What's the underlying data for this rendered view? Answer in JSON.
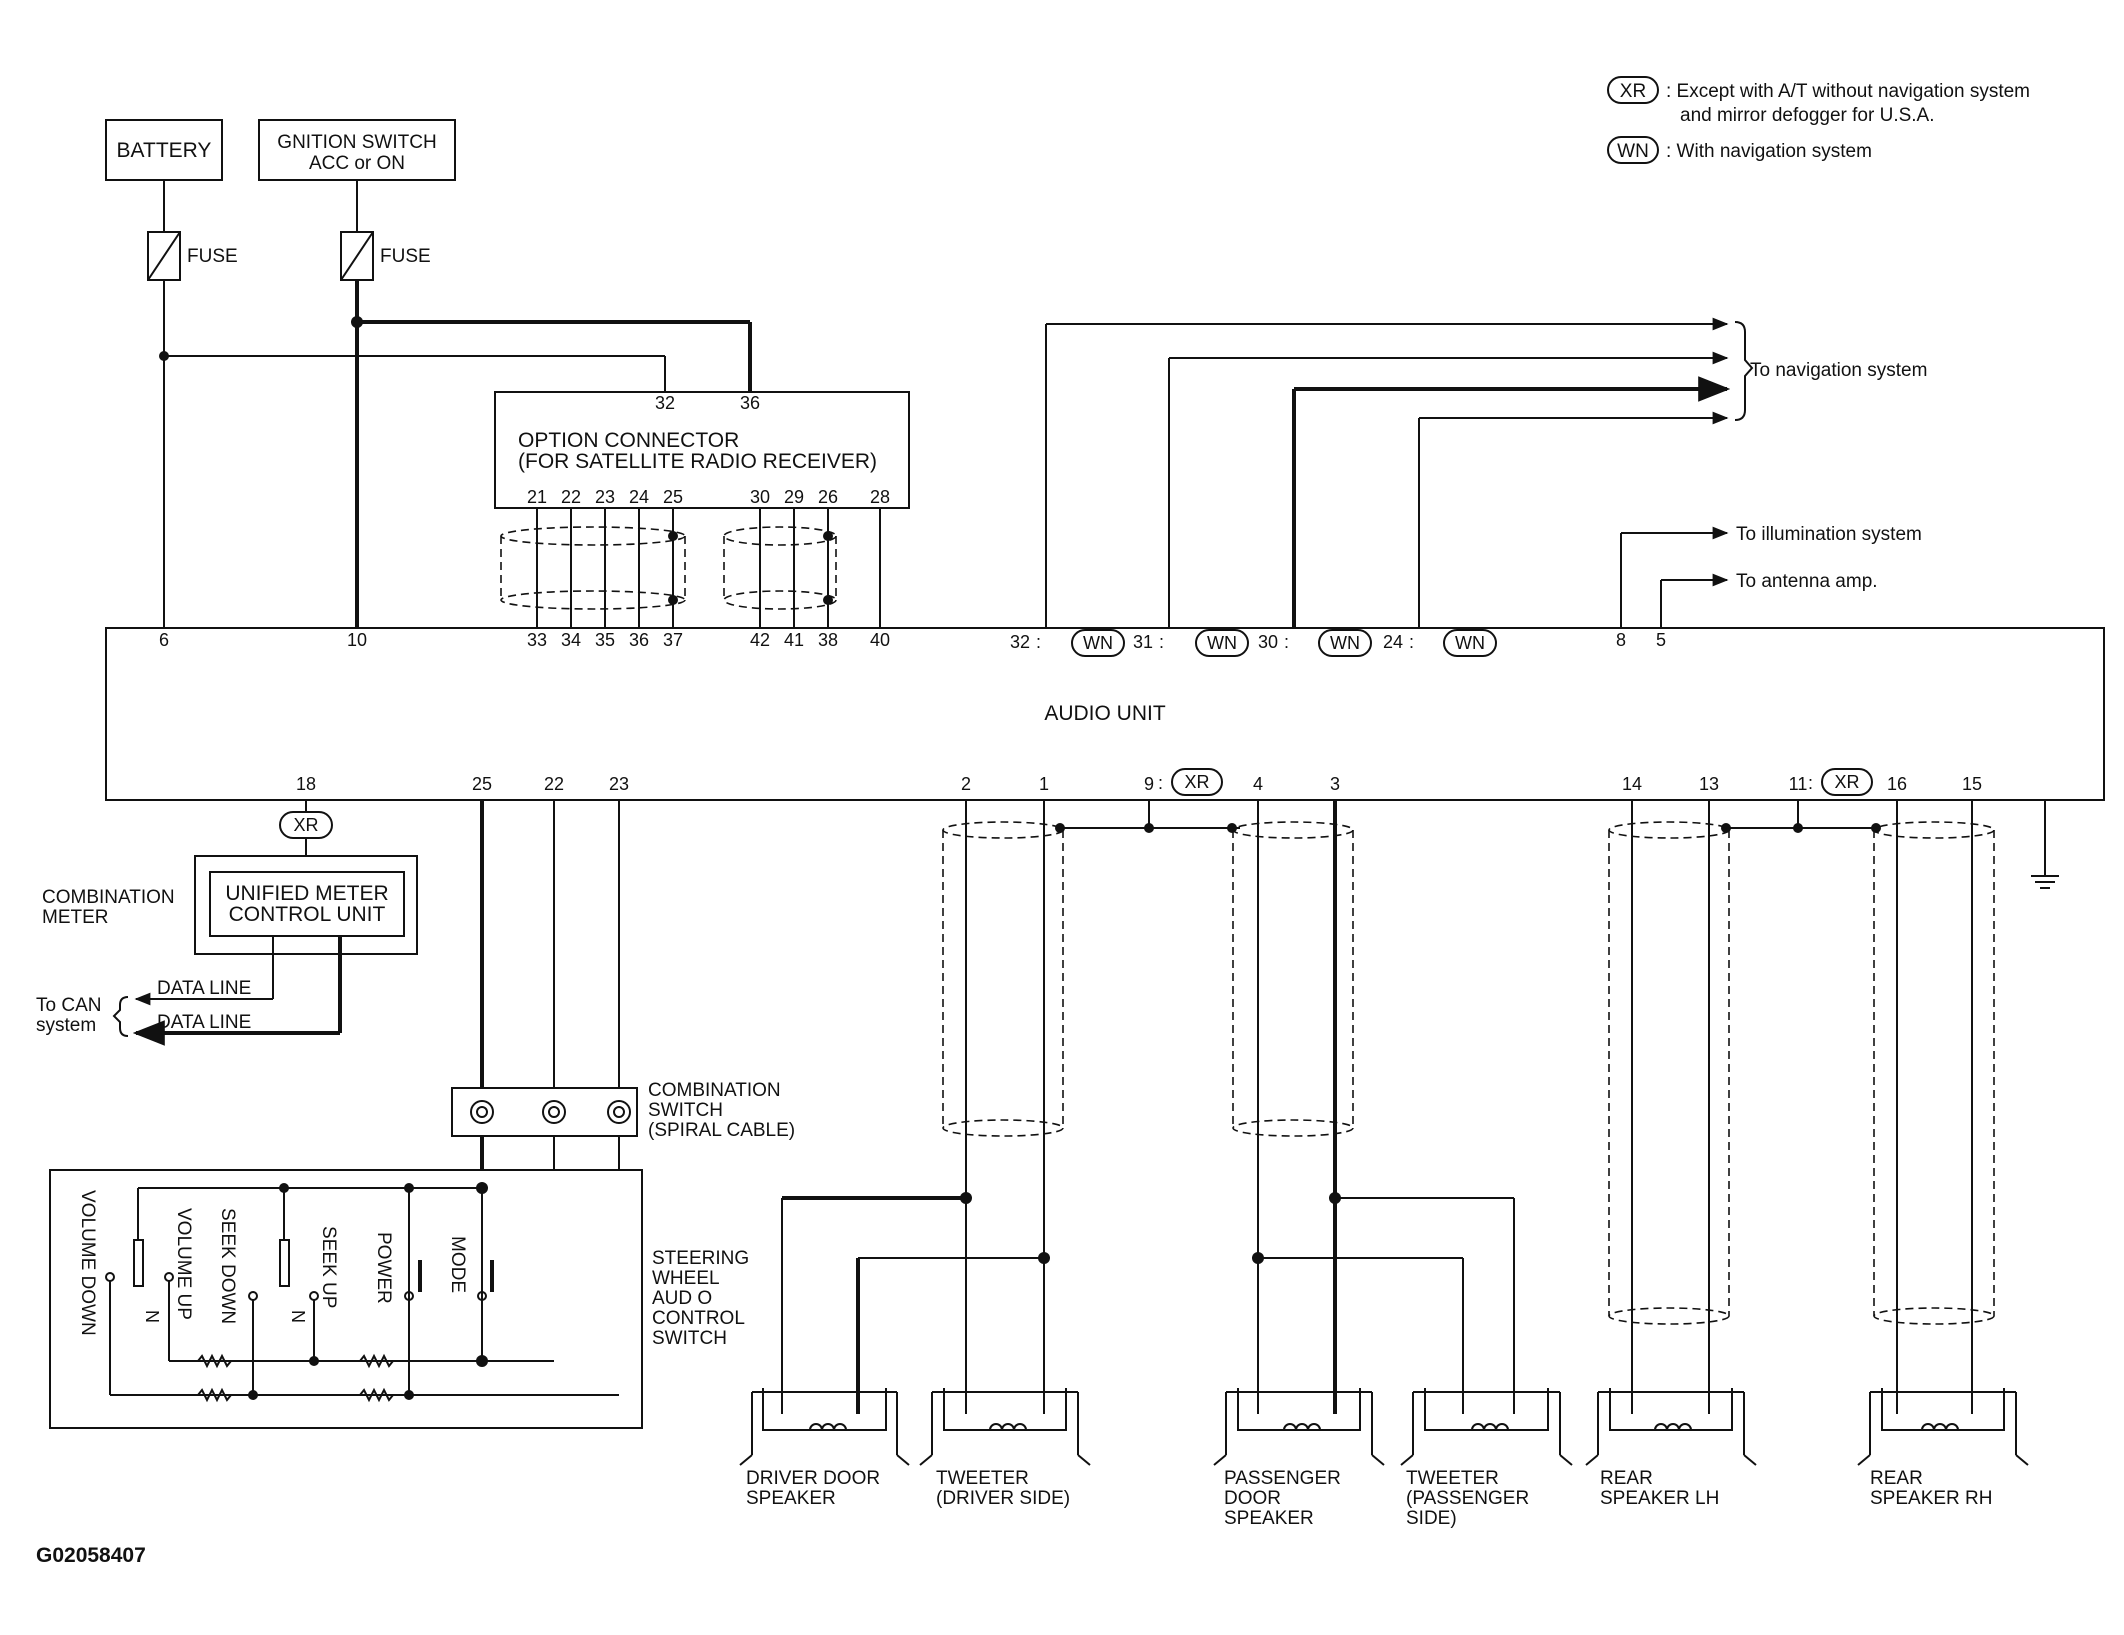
{
  "legend": {
    "xr_code": "XR",
    "xr_text_1": ": Except with A/T without navigation system",
    "xr_text_2": "and mirror defogger for U.S.A.",
    "wn_code": "WN",
    "wn_text": ": With navigation system"
  },
  "power": {
    "battery": "BATTERY",
    "ignition_1": "GNITION SWITCH",
    "ignition_2": "ACC or ON",
    "fuse": "FUSE"
  },
  "option_connector": {
    "title_1": "OPTION CONNECTOR",
    "title_2": "(FOR SATELLITE RADIO RECEIVER)",
    "top_pins": [
      "32",
      "36"
    ],
    "group1_pins": [
      "21",
      "22",
      "23",
      "24",
      "25"
    ],
    "group2_pins": [
      "30",
      "29",
      "26"
    ],
    "pin_28": "28"
  },
  "audio_unit": {
    "label": "AUDIO UNIT",
    "top_pins_left": [
      "6",
      "10",
      "33",
      "34",
      "35",
      "36",
      "37",
      "42",
      "41",
      "38",
      "40"
    ],
    "nav_pins": [
      "32",
      "31",
      "30",
      "24"
    ],
    "pins_8_5": [
      "8",
      "5"
    ],
    "bottom_pins": [
      "18",
      "25",
      "22",
      "23",
      "2",
      "1",
      "9",
      "4",
      "3",
      "14",
      "13",
      "11",
      "16",
      "15"
    ]
  },
  "destinations": {
    "navigation": "To navigation system",
    "illumination": "To illumination system",
    "antenna": "To antenna amp."
  },
  "combination_meter": {
    "label_1": "COMBINATION",
    "label_2": "METER",
    "unit_1": "UNIFIED METER",
    "unit_2": "CONTROL UNIT",
    "data_line": "DATA LINE",
    "can_1": "To CAN",
    "can_2": "system"
  },
  "combination_switch": {
    "label_1": "COMBINATION",
    "label_2": "SWITCH",
    "label_3": "(SPIRAL CABLE)"
  },
  "steering_switch": {
    "label": [
      "STEERING",
      "WHEEL",
      "AUD O",
      "CONTROL",
      "SWITCH"
    ],
    "buttons": [
      "VOLUME DOWN",
      "VOLUME UP",
      "SEEK DOWN",
      "SEEK UP",
      "POWER",
      "MODE"
    ],
    "n_marks": [
      "N",
      "N"
    ]
  },
  "speakers": {
    "driver_door": [
      "DRIVER DOOR",
      "SPEAKER"
    ],
    "tweeter_driver": [
      "TWEETER",
      "(DRIVER SIDE)"
    ],
    "passenger_door": [
      "PASSENGER",
      "DOOR",
      "SPEAKER"
    ],
    "tweeter_passenger": [
      "TWEETER",
      "(PASSENGER",
      "SIDE)"
    ],
    "rear_lh": [
      "REAR",
      "SPEAKER LH"
    ],
    "rear_rh": [
      "REAR",
      "SPEAKER RH"
    ]
  },
  "figure_id": "G02058407"
}
